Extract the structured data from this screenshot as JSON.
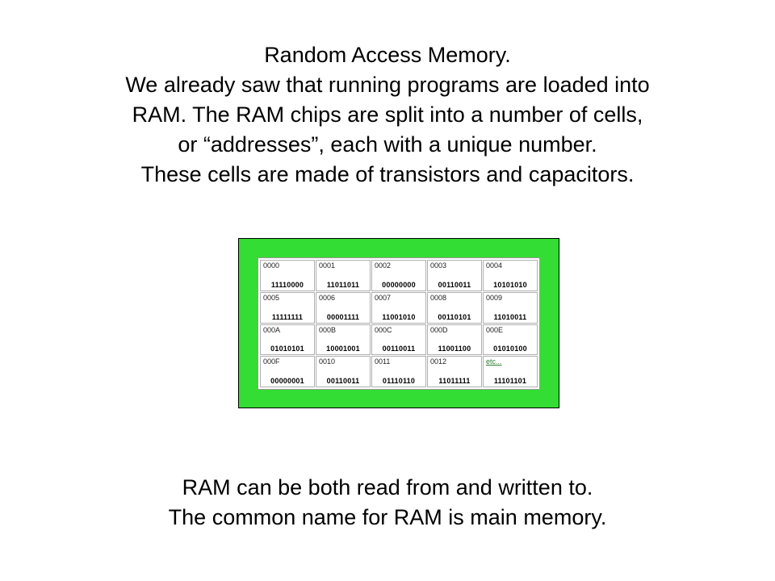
{
  "intro": {
    "title": "Random Access Memory.",
    "lines": [
      "We already saw that running programs are loaded into",
      "RAM.  The RAM chips are split into a number of cells,",
      "or “addresses”, each with a unique number.",
      "These cells are made of transistors and capacitors."
    ]
  },
  "ram": {
    "box_color": "#33dd33",
    "cells": [
      {
        "addr": "0000",
        "val": "11110000"
      },
      {
        "addr": "0001",
        "val": "11011011"
      },
      {
        "addr": "0002",
        "val": "00000000"
      },
      {
        "addr": "0003",
        "val": "00110011"
      },
      {
        "addr": "0004",
        "val": "10101010"
      },
      {
        "addr": "0005",
        "val": "11111111"
      },
      {
        "addr": "0006",
        "val": "00001111"
      },
      {
        "addr": "0007",
        "val": "11001010"
      },
      {
        "addr": "0008",
        "val": "00110101"
      },
      {
        "addr": "0009",
        "val": "11010011"
      },
      {
        "addr": "000A",
        "val": "01010101"
      },
      {
        "addr": "000B",
        "val": "10001001"
      },
      {
        "addr": "000C",
        "val": "00110011"
      },
      {
        "addr": "000D",
        "val": "11001100"
      },
      {
        "addr": "000E",
        "val": "01010100"
      },
      {
        "addr": "000F",
        "val": "00000001"
      },
      {
        "addr": "0010",
        "val": "00110011"
      },
      {
        "addr": "0011",
        "val": "01110110"
      },
      {
        "addr": "0012",
        "val": "11011111"
      },
      {
        "addr": "etc...",
        "val": "11101101"
      }
    ]
  },
  "outro": {
    "line1": "RAM can be both read from and written to.",
    "line2_prefix": "The common name for RAM is ",
    "line2_emph": "main memory."
  }
}
